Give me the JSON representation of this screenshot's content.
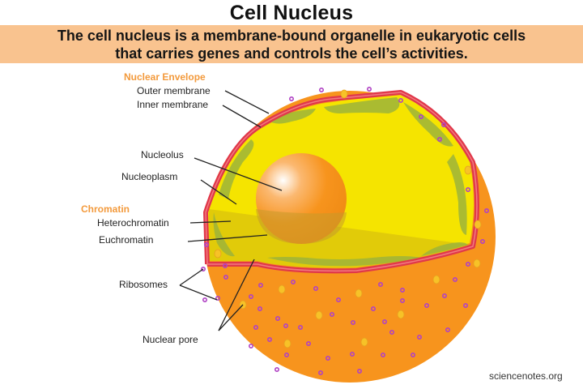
{
  "title": "Cell Nucleus",
  "description": {
    "line1": "The cell nucleus is a membrane-bound organelle in eukaryotic cells",
    "line2": "that carries genes and controls the cell’s activities."
  },
  "labels": {
    "nuclear_envelope": {
      "heading": "Nuclear Envelope",
      "outer_membrane": "Outer membrane",
      "inner_membrane": "Inner membrane"
    },
    "nucleolus": "Nucleolus",
    "nucleoplasm": "Nucleoplasm",
    "chromatin": {
      "heading": "Chromatin",
      "heterochromatin": "Heterochromatin",
      "euchromatin": "Euchromatin"
    },
    "ribosomes": "Ribosomes",
    "nuclear_pore": "Nuclear pore"
  },
  "credit": "sciencenotes.org",
  "colors": {
    "banner": "#f9c38f",
    "category_label": "#f39a3c",
    "outer_sphere": "#f7941d",
    "nucleoplasm": "#f5e400",
    "chromatin": "#9db43a",
    "membrane": "#e0384a",
    "nucleolus": "#f7941d",
    "ribosome": "#b042c4"
  }
}
